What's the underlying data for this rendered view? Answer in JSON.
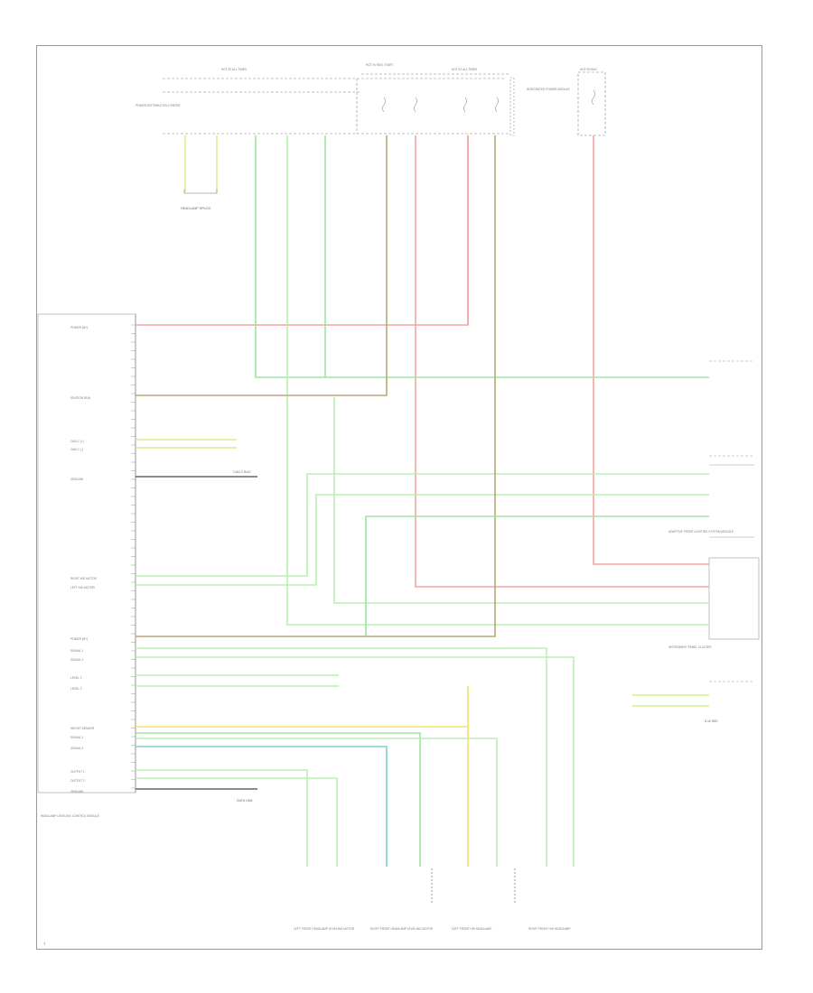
{
  "diagram": {
    "footer_code": "T",
    "page_ref": "3 of 300",
    "colors": {
      "red": "#f5a3a3",
      "red_green": "#e0a0a0",
      "green": "#9fe59f",
      "lt_green": "#b8f0b0",
      "yel_grn": "#d2f08a",
      "grn_brown": "#b8a878",
      "blk": "#666666",
      "teal": "#7fd0c8",
      "yellow": "#f2e36a",
      "frame": "#9a9a9a"
    },
    "fuse_blocks": [
      {
        "title": "HOT AT ALL TIMES",
        "sub": ""
      },
      {
        "title": "HOT IN RUN, START",
        "sub": ""
      },
      {
        "title": "HOT AT ALL TIMES",
        "sub": ""
      },
      {
        "title": "HOT IN RUN",
        "sub": ""
      }
    ],
    "top_left_box_label": "POWER DISTRIBUTION CENTER",
    "top_right_box_label": "INTEGRATED POWER MODULE",
    "module_left": "HEADLAMP LEVELING CONTROL MODULE",
    "module_right_top": "ADAPTIVE FRONT LIGHTING SYSTEM MODULE",
    "module_right_bottom": "INSTRUMENT PANEL CLUSTER",
    "left_pins": [
      "POWER (B+)",
      "IGNITION RUN",
      "CAN C (+)",
      "CAN C (-)",
      "GROUND",
      "RIGHT HID MOTOR",
      "LEFT HID MOTOR",
      "POWER (B+)",
      "SIGNAL 1",
      "SIGNAL 2",
      "LEVEL 1",
      "LEVEL 2",
      "HEIGHT SENSOR",
      "SIGNAL 3",
      "SIGNAL 4",
      "OUTPUT 1",
      "OUTPUT 2",
      "GROUND"
    ],
    "bottom_labels": [
      "LEFT FRONT HEADLAMP LEVELING MOTOR",
      "RIGHT FRONT HEADLAMP LEVELING MOTOR",
      "LEFT FRONT HID HEADLAMP",
      "RIGHT FRONT HID HEADLAMP"
    ],
    "splice_labels": [
      "HEADLAMP SPLICE",
      "CAN C BUS",
      "DATA LINK"
    ]
  }
}
